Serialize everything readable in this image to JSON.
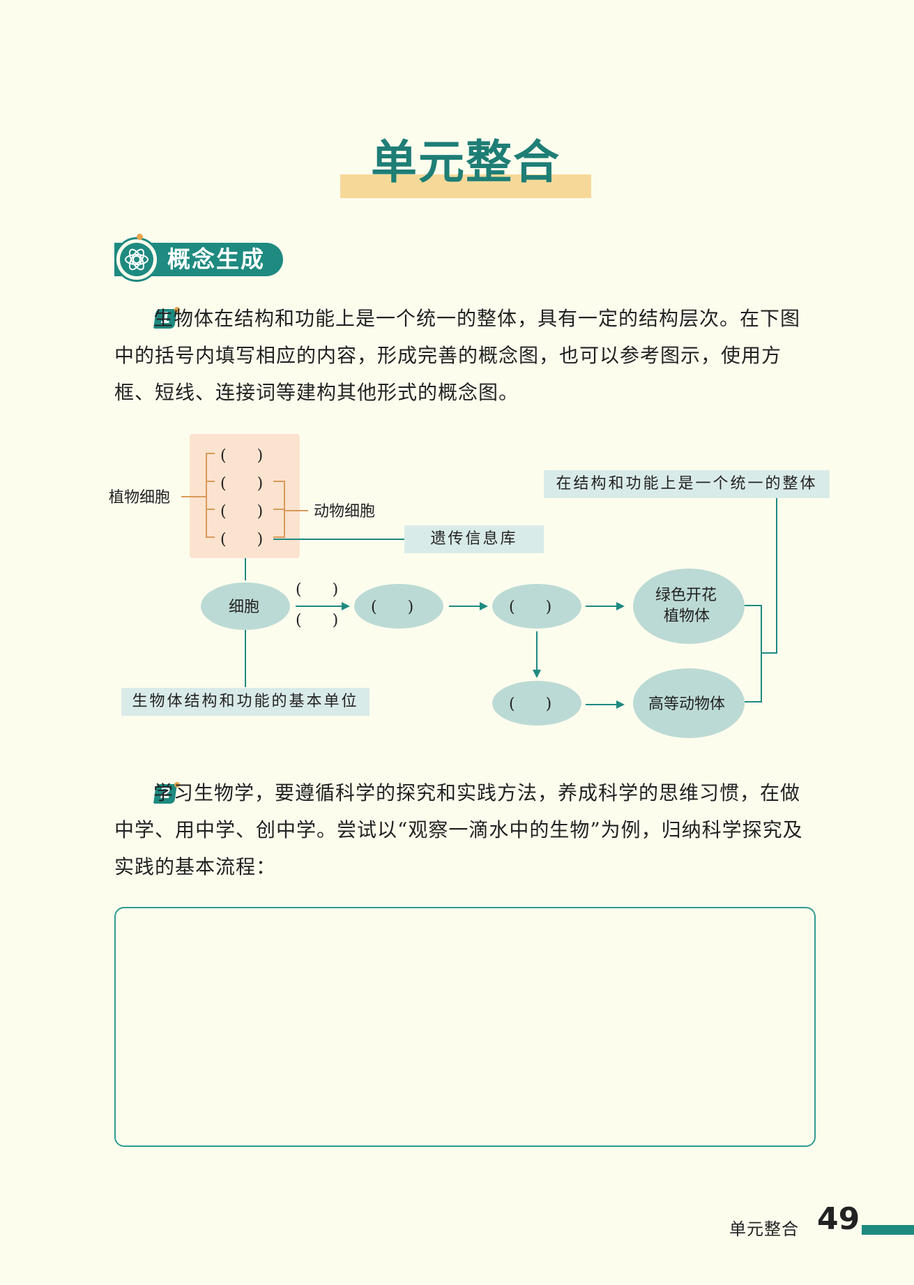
{
  "title": "单元整合",
  "section": {
    "label": "概念生成",
    "icon": "atom-icon"
  },
  "q1": {
    "number": "1",
    "text": "生物体在结构和功能上是一个统一的整体，具有一定的结构层次。在下图中的括号内填写相应的内容，形成完善的概念图，也可以参考图示，使用方框、短线、连接词等建构其他形式的概念图。"
  },
  "diagram": {
    "blank": "(　　)",
    "plant_cell": "植物细胞",
    "animal_cell": "动物细胞",
    "gene_library": "遗传信息库",
    "unified_whole": "在结构和功能上是一个统一的整体",
    "cell": "细胞",
    "green_plant_line1": "绿色开花",
    "green_plant_line2": "植物体",
    "higher_animal": "高等动物体",
    "basic_unit": "生物体结构和功能的基本单位"
  },
  "q2": {
    "number": "2",
    "text": "学习生物学，要遵循科学的探究和实践方法，养成科学的思维习惯，在做中学、用中学、创中学。尝试以“观察一滴水中的生物”为例，归纳科学探究及实践的基本流程："
  },
  "footer": {
    "label": "单元整合",
    "page": "49"
  },
  "colors": {
    "accent": "#1e8a80",
    "highlight": "#f6d999",
    "node_fill": "#bcdad5",
    "label_fill": "#d9ebe9",
    "cell_panel": "#fbe3cf"
  }
}
